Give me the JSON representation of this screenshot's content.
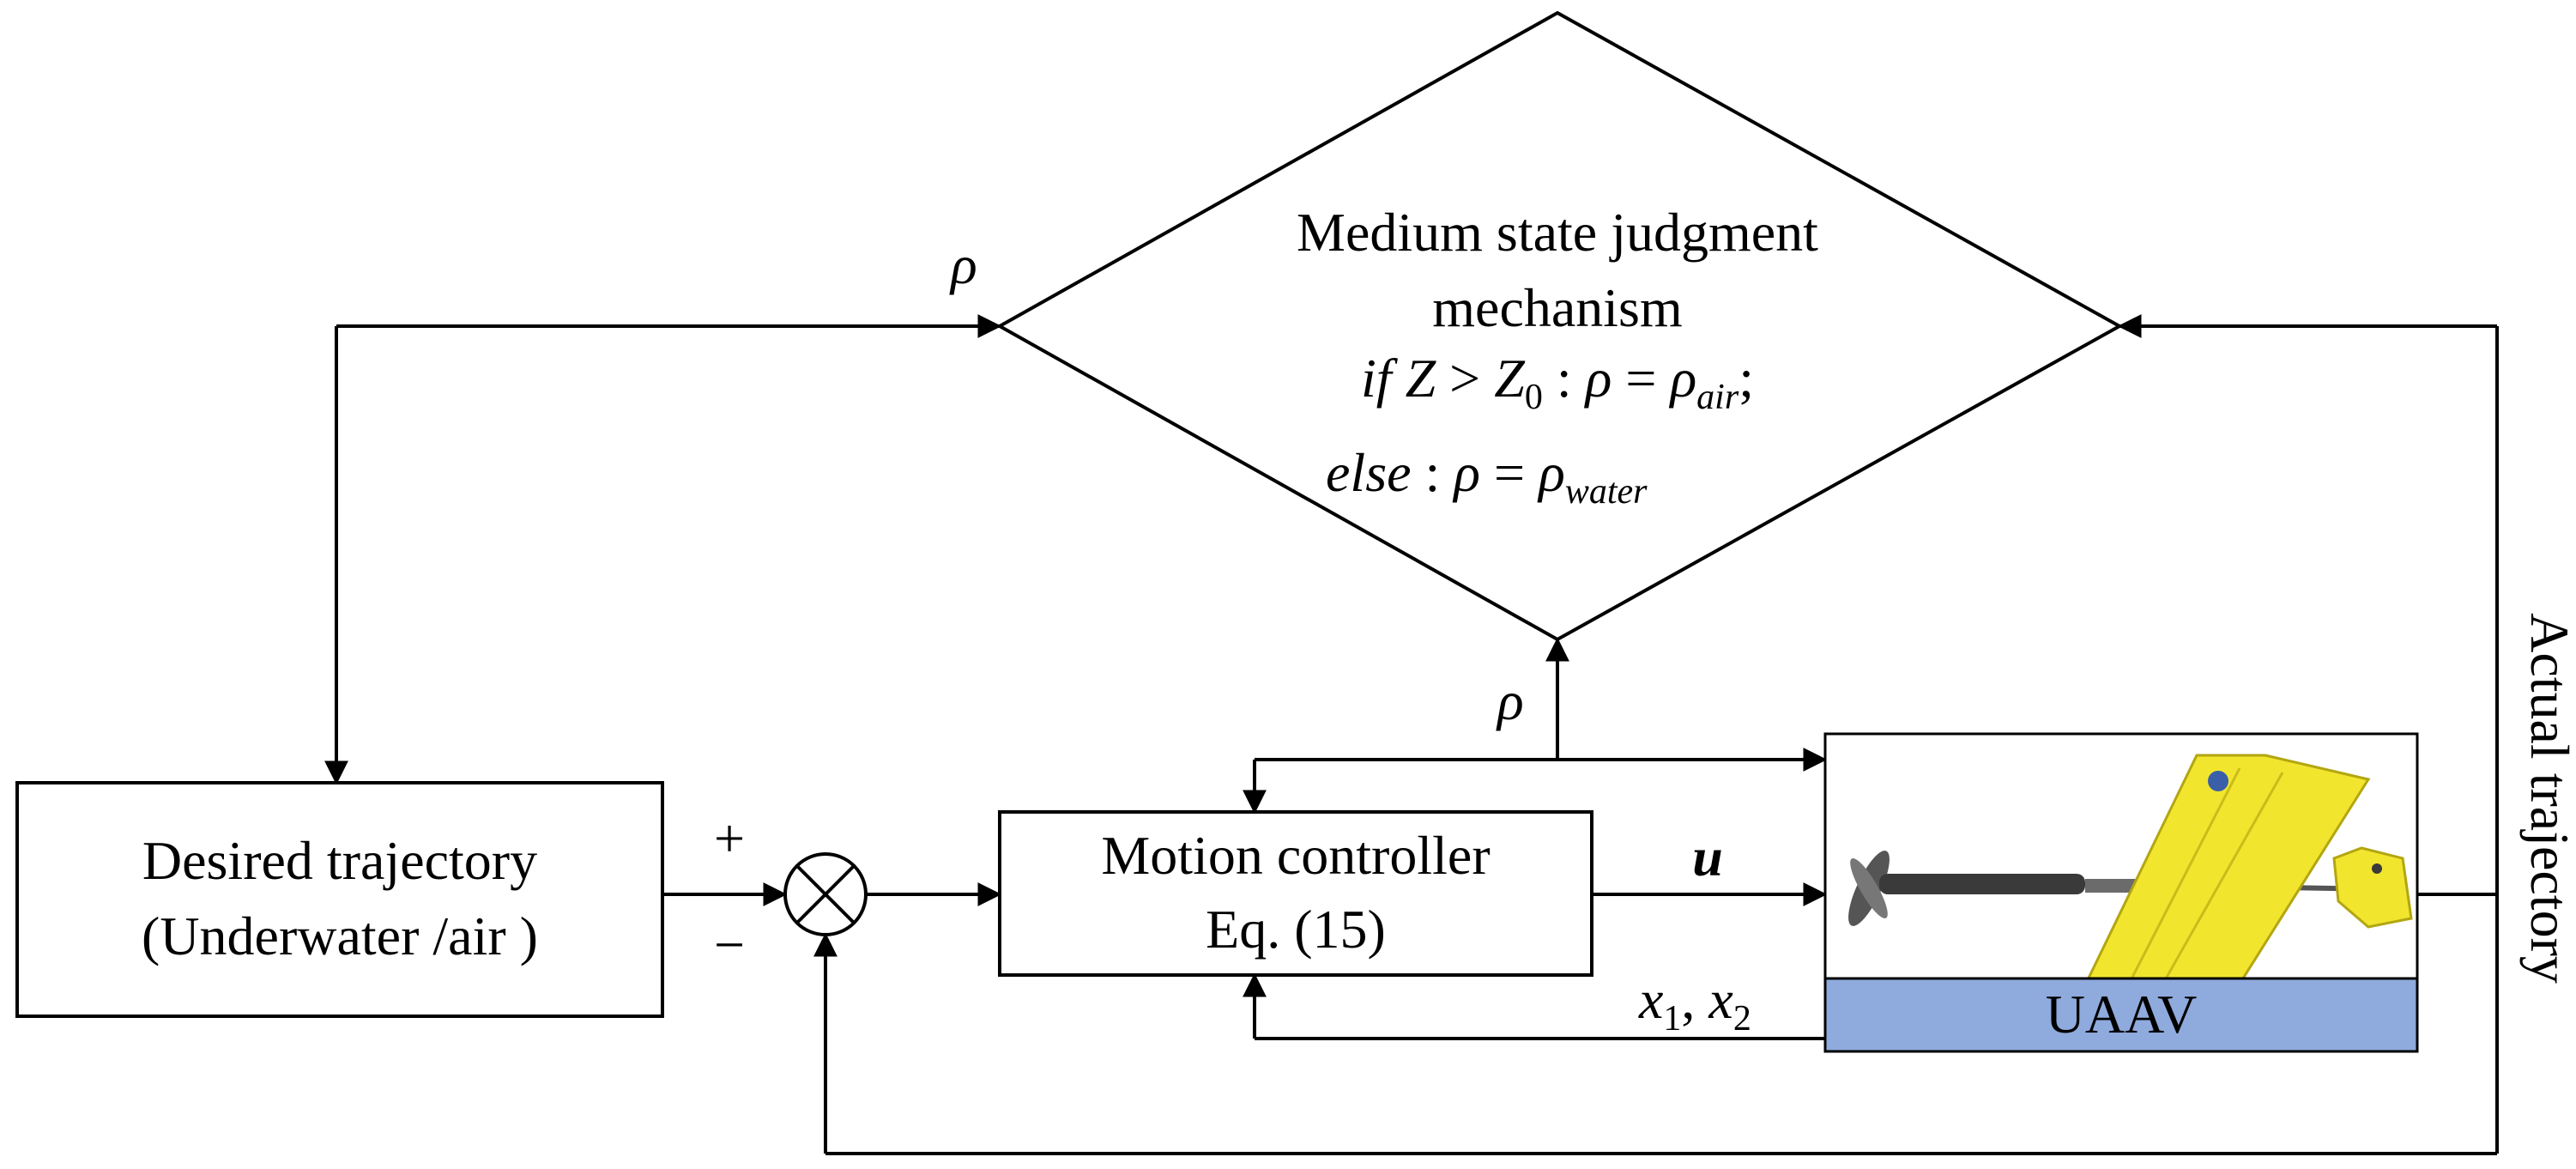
{
  "diamond": {
    "title_line1": "Medium state judgment",
    "title_line2": "mechanism",
    "cond1": {
      "if": "if",
      "Z": "Z",
      "gt": " > ",
      "Z0": "Z",
      "Z0_sub": "0",
      "colon": " : ",
      "rho": "ρ",
      "eq": " = ",
      "rho2": "ρ",
      "sub": "air",
      "end": ";"
    },
    "cond2": {
      "else": "else",
      "colon": " : ",
      "rho": "ρ",
      "eq": " = ",
      "rho2": "ρ",
      "sub": "water"
    }
  },
  "desired_box": {
    "line1": "Desired trajectory",
    "line2": "(Underwater /air )"
  },
  "controller_box": {
    "line1": "Motion controller",
    "line2": "Eq. (15)"
  },
  "vehicle": {
    "label": "UAAV",
    "label_color": "#8faadc",
    "body_color": "#f2e52e"
  },
  "signals": {
    "rho_left": "ρ",
    "rho_middle": "ρ",
    "plus": "+",
    "minus": "−",
    "u": "u",
    "states": {
      "x": "x",
      "x1_sub": "1",
      "comma": ", ",
      "x2": "x",
      "x2_sub": "2"
    },
    "actual": "Actual trajectory"
  }
}
